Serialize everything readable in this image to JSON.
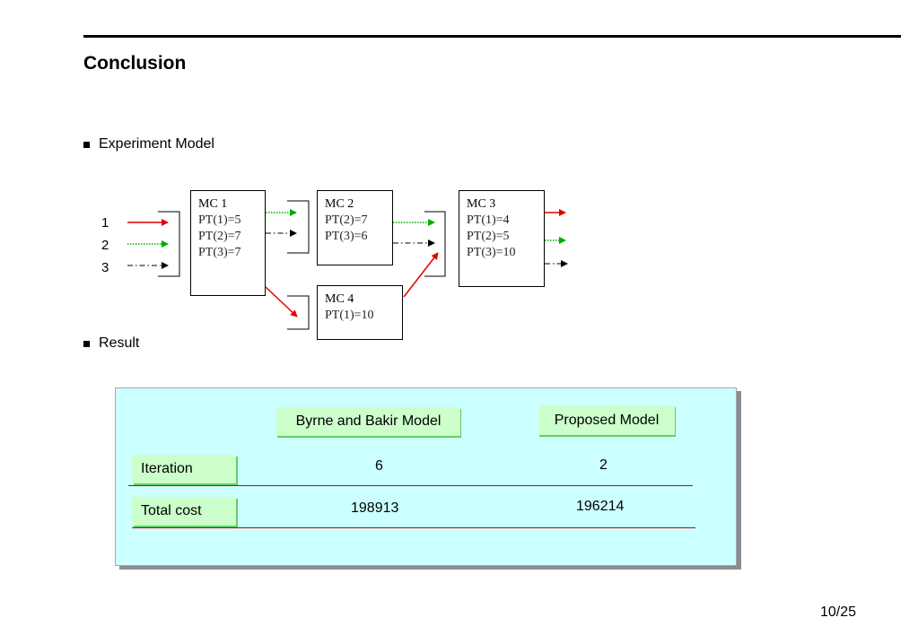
{
  "title": "Conclusion",
  "sections": {
    "experiment": "Experiment Model",
    "result": "Result"
  },
  "routes": [
    "1",
    "2",
    "3"
  ],
  "colors": {
    "route1": "#e00000",
    "route2": "#00aa00",
    "route3": "#000000",
    "panel": "#ccffff",
    "header": "#ccffcc",
    "separator": "#cc0000"
  },
  "machines": [
    {
      "label": "MC 1",
      "times": [
        "PT(1)=5",
        "PT(2)=7",
        "PT(3)=7"
      ]
    },
    {
      "label": "MC 2",
      "times": [
        "PT(2)=7",
        "PT(3)=6"
      ]
    },
    {
      "label": "MC 3",
      "times": [
        "PT(1)=4",
        "PT(2)=5",
        "PT(3)=10"
      ]
    },
    {
      "label": "MC 4",
      "times": [
        "PT(1)=10"
      ]
    }
  ],
  "result_table": {
    "columns": [
      "Byrne and Bakir Model",
      "Proposed Model"
    ],
    "rows": [
      {
        "label": "Iteration",
        "values": [
          "6",
          "2"
        ]
      },
      {
        "label": "Total cost",
        "values": [
          "198913",
          "196214"
        ]
      }
    ]
  },
  "page_number": "10/25"
}
